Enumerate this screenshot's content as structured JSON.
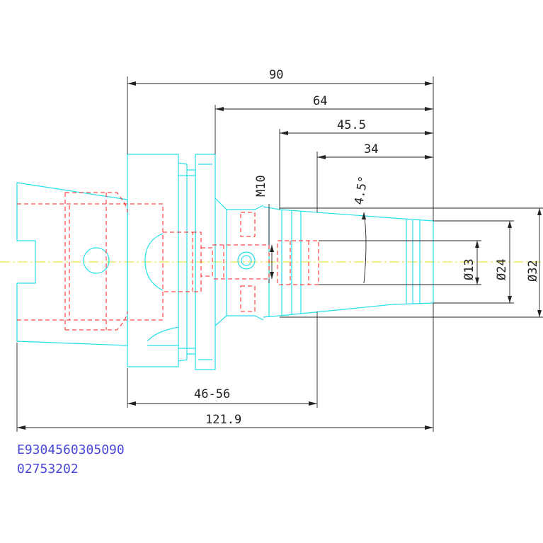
{
  "dimensions": {
    "d90": "90",
    "d64": "64",
    "d45_5": "45.5",
    "d34": "34",
    "d46_56": "46-56",
    "d121_9": "121.9",
    "thread": "M10",
    "angle": "4.5°",
    "dia13": "Ø13",
    "dia24": "Ø24",
    "dia32": "Ø32"
  },
  "codes": {
    "code1": "E9304560305090",
    "code2": "02753202"
  },
  "colors": {
    "outline": "#26e0ea",
    "hidden": "#ff2020",
    "dimension": "#222222",
    "centerline": "#e8e020",
    "code_text": "#4a48d8"
  }
}
